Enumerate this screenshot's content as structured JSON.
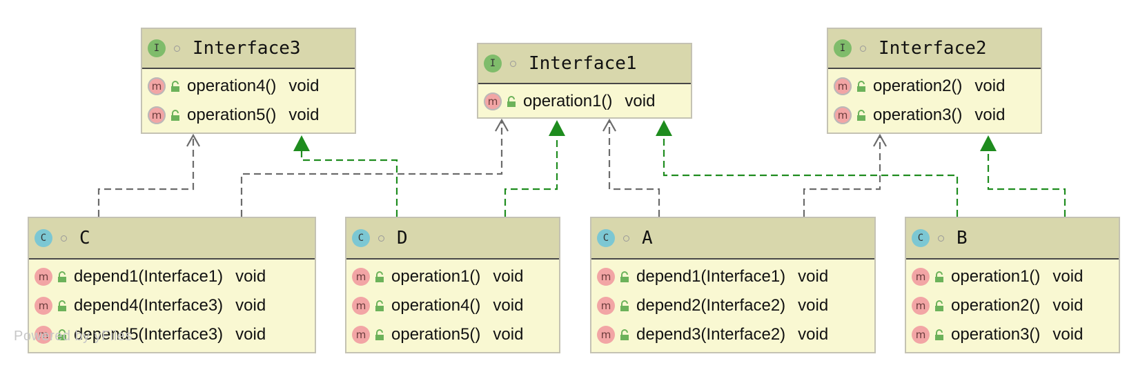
{
  "nodes": {
    "interface3": {
      "kind_letter": "I",
      "name": "Interface3",
      "members": [
        {
          "badge": "m",
          "name": "operation4()",
          "type": "void"
        },
        {
          "badge": "m",
          "name": "operation5()",
          "type": "void"
        }
      ]
    },
    "interface1": {
      "kind_letter": "I",
      "name": "Interface1",
      "members": [
        {
          "badge": "m",
          "name": "operation1()",
          "type": "void"
        }
      ]
    },
    "interface2": {
      "kind_letter": "I",
      "name": "Interface2",
      "members": [
        {
          "badge": "m",
          "name": "operation2()",
          "type": "void"
        },
        {
          "badge": "m",
          "name": "operation3()",
          "type": "void"
        }
      ]
    },
    "class_c": {
      "kind_letter": "C",
      "name": "C",
      "members": [
        {
          "badge": "m",
          "name": "depend1(Interface1)",
          "type": "void"
        },
        {
          "badge": "m",
          "name": "depend4(Interface3)",
          "type": "void"
        },
        {
          "badge": "m",
          "name": "depend5(Interface3)",
          "type": "void"
        }
      ]
    },
    "class_d": {
      "kind_letter": "C",
      "name": "D",
      "members": [
        {
          "badge": "m",
          "name": "operation1()",
          "type": "void"
        },
        {
          "badge": "m",
          "name": "operation4()",
          "type": "void"
        },
        {
          "badge": "m",
          "name": "operation5()",
          "type": "void"
        }
      ]
    },
    "class_a": {
      "kind_letter": "C",
      "name": "A",
      "members": [
        {
          "badge": "m",
          "name": "depend1(Interface1)",
          "type": "void"
        },
        {
          "badge": "m",
          "name": "depend2(Interface2)",
          "type": "void"
        },
        {
          "badge": "m",
          "name": "depend3(Interface2)",
          "type": "void"
        }
      ]
    },
    "class_b": {
      "kind_letter": "C",
      "name": "B",
      "members": [
        {
          "badge": "m",
          "name": "operation1()",
          "type": "void"
        },
        {
          "badge": "m",
          "name": "operation2()",
          "type": "void"
        },
        {
          "badge": "m",
          "name": "operation3()",
          "type": "void"
        }
      ]
    }
  },
  "edges": [
    {
      "from": "class_c",
      "to": "interface3",
      "relation": "dependency"
    },
    {
      "from": "class_c",
      "to": "interface1",
      "relation": "dependency"
    },
    {
      "from": "class_d",
      "to": "interface3",
      "relation": "realization"
    },
    {
      "from": "class_d",
      "to": "interface1",
      "relation": "realization"
    },
    {
      "from": "class_a",
      "to": "interface1",
      "relation": "dependency"
    },
    {
      "from": "class_a",
      "to": "interface2",
      "relation": "dependency"
    },
    {
      "from": "class_b",
      "to": "interface1",
      "relation": "realization"
    },
    {
      "from": "class_b",
      "to": "interface2",
      "relation": "realization"
    }
  ],
  "colors": {
    "dependency": "#6b6b6b",
    "realization": "#1e8c1e",
    "node_fill": "#f9f8d2",
    "header_fill": "#d8d7ac"
  },
  "watermark": "Powered by yFiles"
}
